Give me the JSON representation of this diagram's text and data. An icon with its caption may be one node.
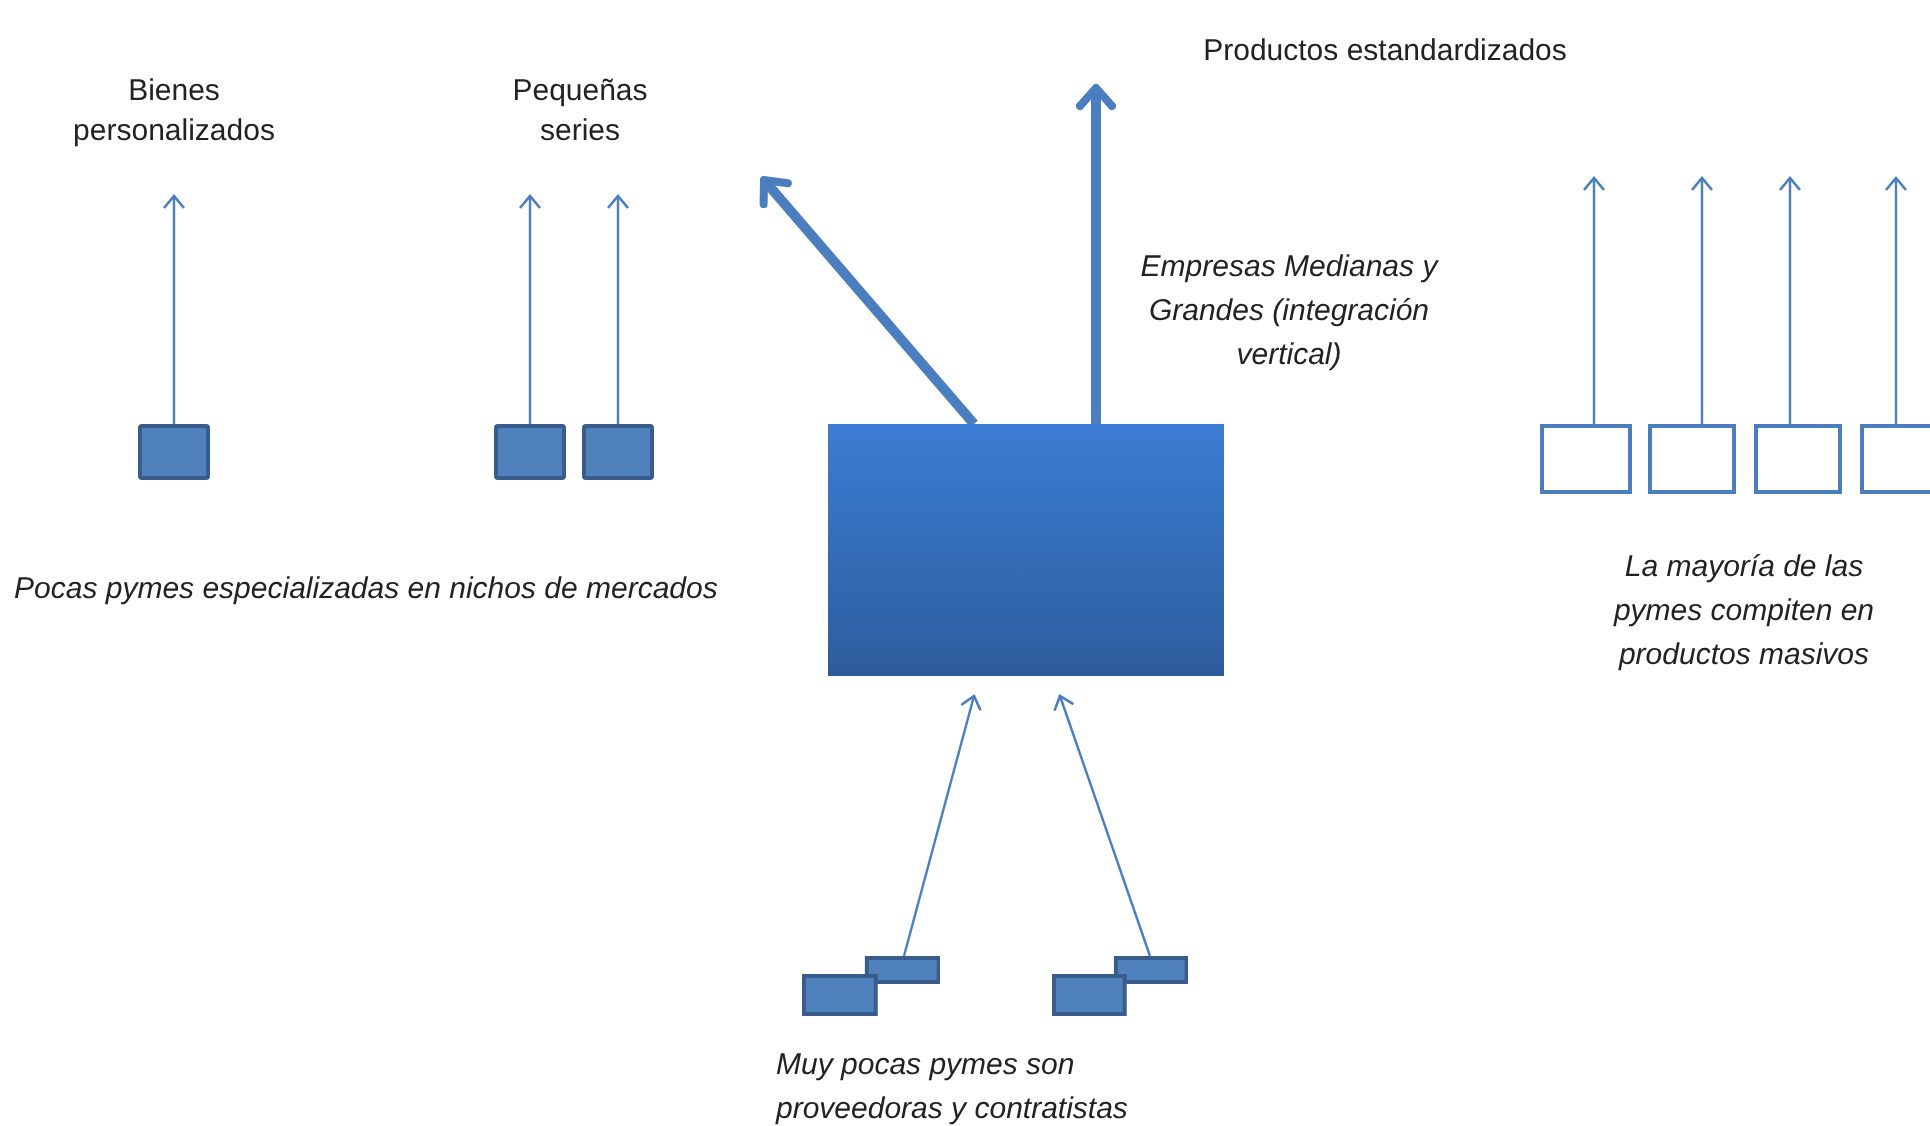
{
  "diagram": {
    "nodes": [
      {
        "text": [
          "Bienes personalizados"
        ]
      },
      {
        "text": [
          "Pequeñas series"
        ]
      },
      {
        "text": [
          "Productos estandardizados"
        ]
      },
      {
        "text": [],
        "shape": "box"
      },
      {
        "text": [],
        "shape": "box"
      },
      {
        "text": [],
        "shape": "box"
      },
      {
        "text": [],
        "shape": "box",
        "beside": [
          "Empresas Medianas y Grandes (integración vertical)"
        ]
      },
      {
        "text": [],
        "shape": "box"
      },
      {
        "text": [],
        "shape": "box"
      },
      {
        "text": [],
        "shape": "box"
      },
      {
        "text": [],
        "shape": "box"
      },
      {
        "text": [],
        "shape": "box"
      },
      {
        "text": [],
        "shape": "box"
      }
    ],
    "edges": [
      {
        "from": 3,
        "to": 0,
        "arrow": "to"
      },
      {
        "from": 4,
        "to": 1,
        "arrow": "to"
      },
      {
        "from": 5,
        "to": 1,
        "arrow": "to"
      },
      {
        "from": 6,
        "to": 1,
        "arrow": "to",
        "style": "thick"
      },
      {
        "from": 6,
        "to": 2,
        "arrow": "to",
        "style": "thick"
      },
      {
        "from": 7,
        "to": null,
        "arrow": "to"
      },
      {
        "from": 8,
        "to": null,
        "arrow": "to"
      },
      {
        "from": 9,
        "to": null,
        "arrow": "to"
      },
      {
        "from": 10,
        "to": null,
        "arrow": "to"
      },
      {
        "from": 11,
        "to": 6,
        "arrow": "to"
      },
      {
        "from": 12,
        "to": 6,
        "arrow": "to"
      }
    ],
    "labels": [
      "Pocas pymes especializadas en nichos de mercados",
      "La mayoría de las pymes compiten en productos masivos",
      "Muy pocas pymes son proveedoras y contratistas"
    ]
  }
}
